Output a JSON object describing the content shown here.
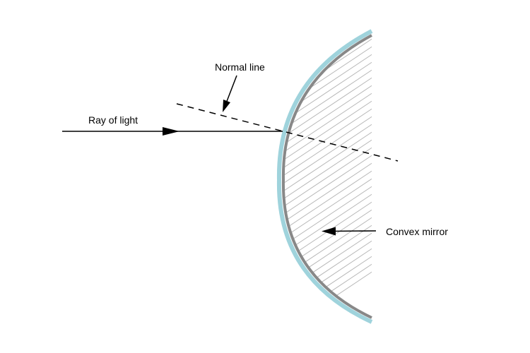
{
  "labels": {
    "normal_line": "Normal line",
    "ray_of_light": "Ray of light",
    "convex_mirror": "Convex mirror"
  },
  "colors": {
    "mirror_glass": "#9fd3dc",
    "mirror_backing": "#888888",
    "hatching": "#b5b5b5",
    "lines": "#000000"
  },
  "icons": {
    "ray_arrow": "arrowhead-right",
    "normal_pointer": "arrowhead-down-left",
    "mirror_pointer": "arrowhead-left"
  }
}
